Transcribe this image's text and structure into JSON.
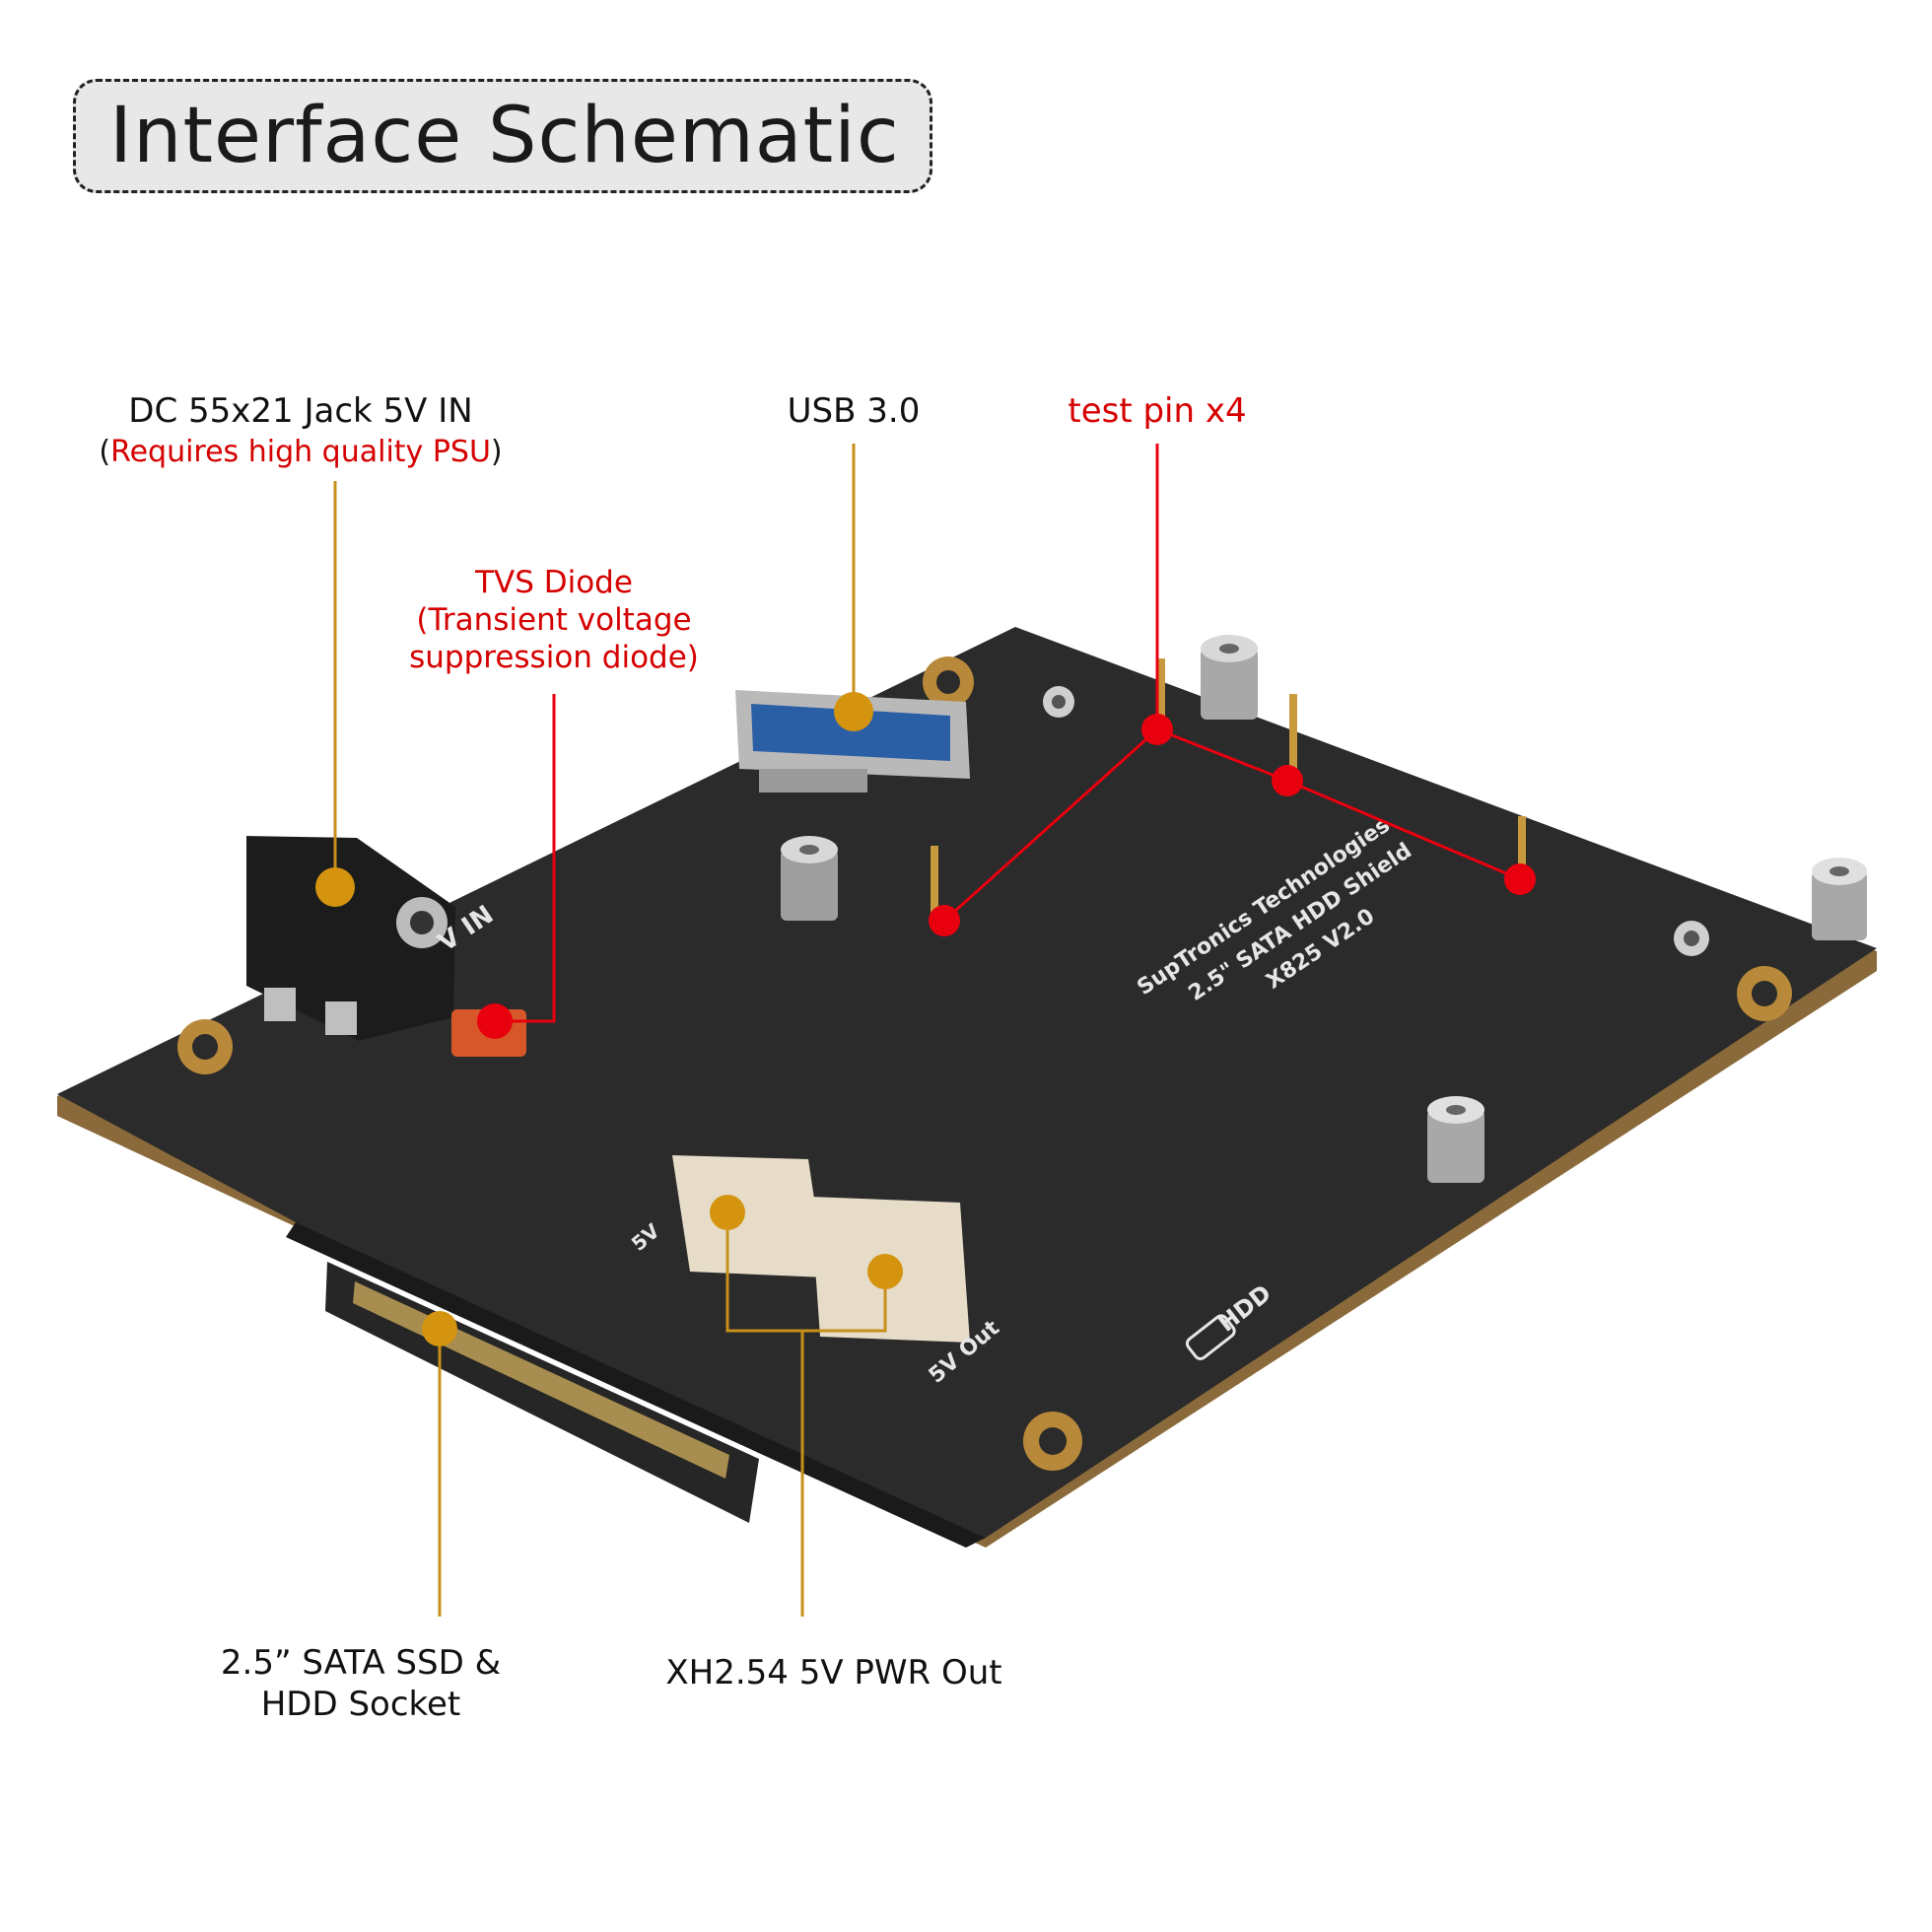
{
  "title": "Interface Schematic",
  "callouts": {
    "dc_jack": {
      "label": "DC 55x21 Jack 5V IN",
      "note_open": "(",
      "note": "Requires high quality PSU",
      "note_close": ")"
    },
    "usb": {
      "label": "USB 3.0"
    },
    "test_pin": {
      "label": "test pin x4"
    },
    "tvs": {
      "label": "TVS Diode",
      "note_line1": "(Transient voltage",
      "note_line2": "suppression diode)"
    },
    "sata": {
      "label_line1": "2.5” SATA SSD &",
      "label_line2": "HDD Socket"
    },
    "xh": {
      "label": "XH2.54 5V PWR Out"
    }
  },
  "board_silkscreen": {
    "line1": "SupTronics Technologies",
    "line2": "2.5\" SATA HDD Shield",
    "line3": "X825 V2.0",
    "vin": "V IN",
    "port_5v": "5V",
    "port_5v_out": "5V Out",
    "hdd": "HDD"
  },
  "colors": {
    "callout_gold": "#d4940f",
    "leader_gold": "#c8901a",
    "callout_red": "#e8000f",
    "board": "#2b2b2b"
  }
}
